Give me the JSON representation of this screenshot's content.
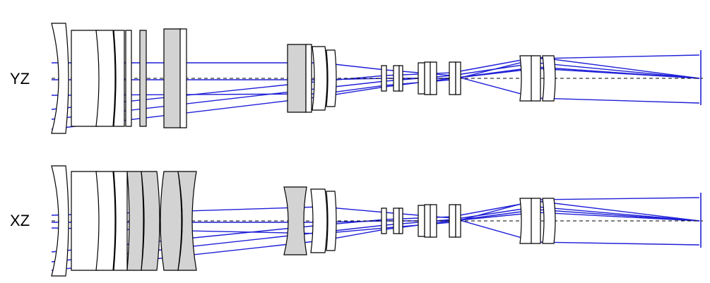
{
  "diagram": {
    "panels": [
      {
        "id": "yz",
        "label": "YZ"
      },
      {
        "id": "xz",
        "label": "XZ"
      }
    ],
    "colors": {
      "ray": "#1f1fd8",
      "glass_clear": "#ffffff",
      "glass_shaded": "#d3d3d3",
      "outline": "#000000"
    }
  }
}
